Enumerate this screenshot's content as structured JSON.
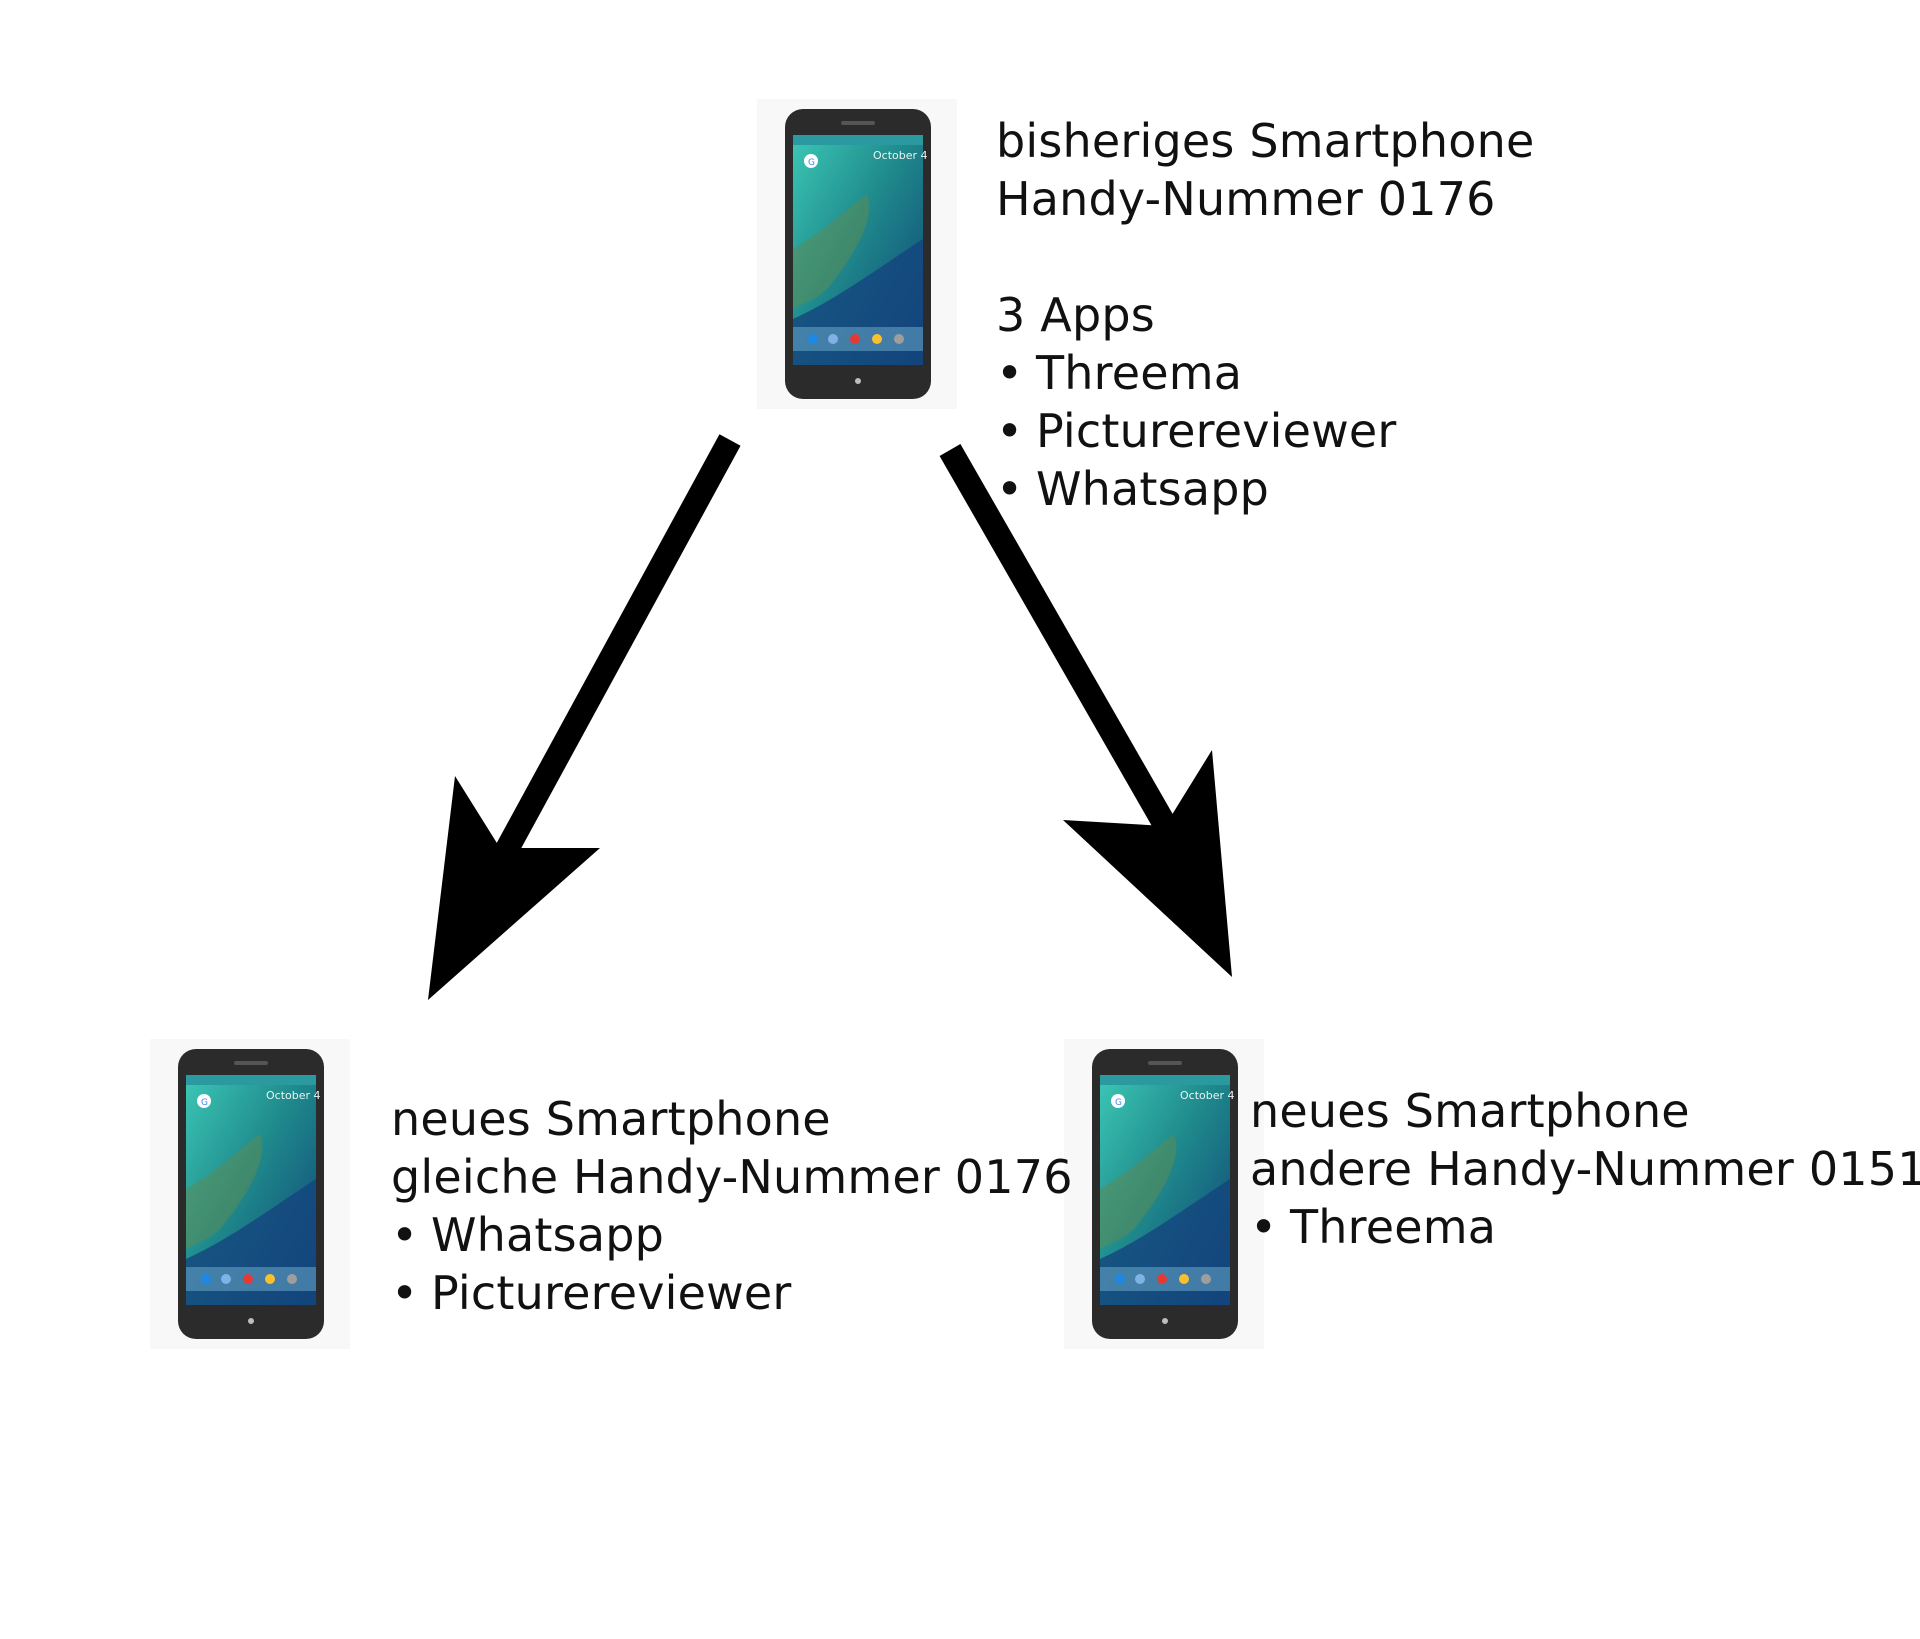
{
  "original_phone": {
    "title": "bisheriges Smartphone",
    "number": "Handy-Nummer 0176",
    "apps_heading": "3 Apps",
    "apps": [
      "Threema",
      "Picturereviewer",
      "Whatsapp"
    ]
  },
  "new_phone_same_number": {
    "title": "neues Smartphone",
    "number": "gleiche Handy-Nummer 0176",
    "apps": [
      "Whatsapp",
      "Picturereviewer"
    ]
  },
  "new_phone_other_number": {
    "title": "neues Smartphone",
    "number": "andere Handy-Nummer 0151",
    "apps": [
      "Threema"
    ]
  },
  "phone_image": {
    "date_text": "October 4",
    "logo_letter": "G"
  },
  "bullet_symbol": "•",
  "colors": {
    "arrow": "#000000",
    "text": "#111111",
    "phone_body": "#2b2b2b",
    "screen_sea": "#1f8a8c"
  }
}
